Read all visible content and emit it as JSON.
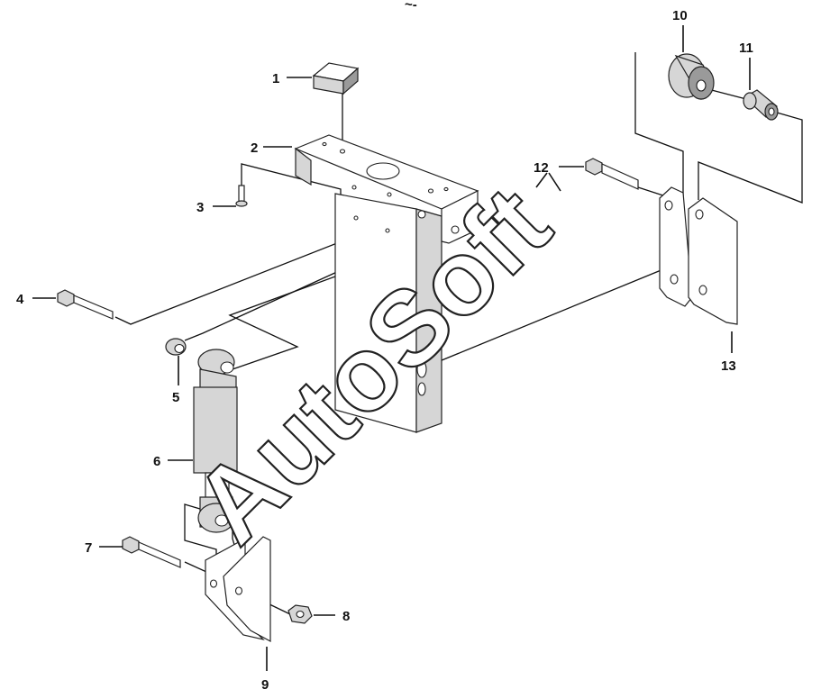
{
  "top_mark": "~-",
  "watermark": "AutoSoft",
  "callouts": [
    {
      "id": "1",
      "label": "1"
    },
    {
      "id": "2",
      "label": "2"
    },
    {
      "id": "3",
      "label": "3"
    },
    {
      "id": "4",
      "label": "4"
    },
    {
      "id": "5",
      "label": "5"
    },
    {
      "id": "6",
      "label": "6"
    },
    {
      "id": "7",
      "label": "7"
    },
    {
      "id": "8",
      "label": "8"
    },
    {
      "id": "9",
      "label": "9"
    },
    {
      "id": "10",
      "label": "10"
    },
    {
      "id": "11",
      "label": "11"
    },
    {
      "id": "12",
      "label": "12"
    },
    {
      "id": "13",
      "label": "13"
    }
  ],
  "colors": {
    "line": "#111111",
    "shade": "#d6d6d6",
    "dark": "#9a9a9a"
  }
}
